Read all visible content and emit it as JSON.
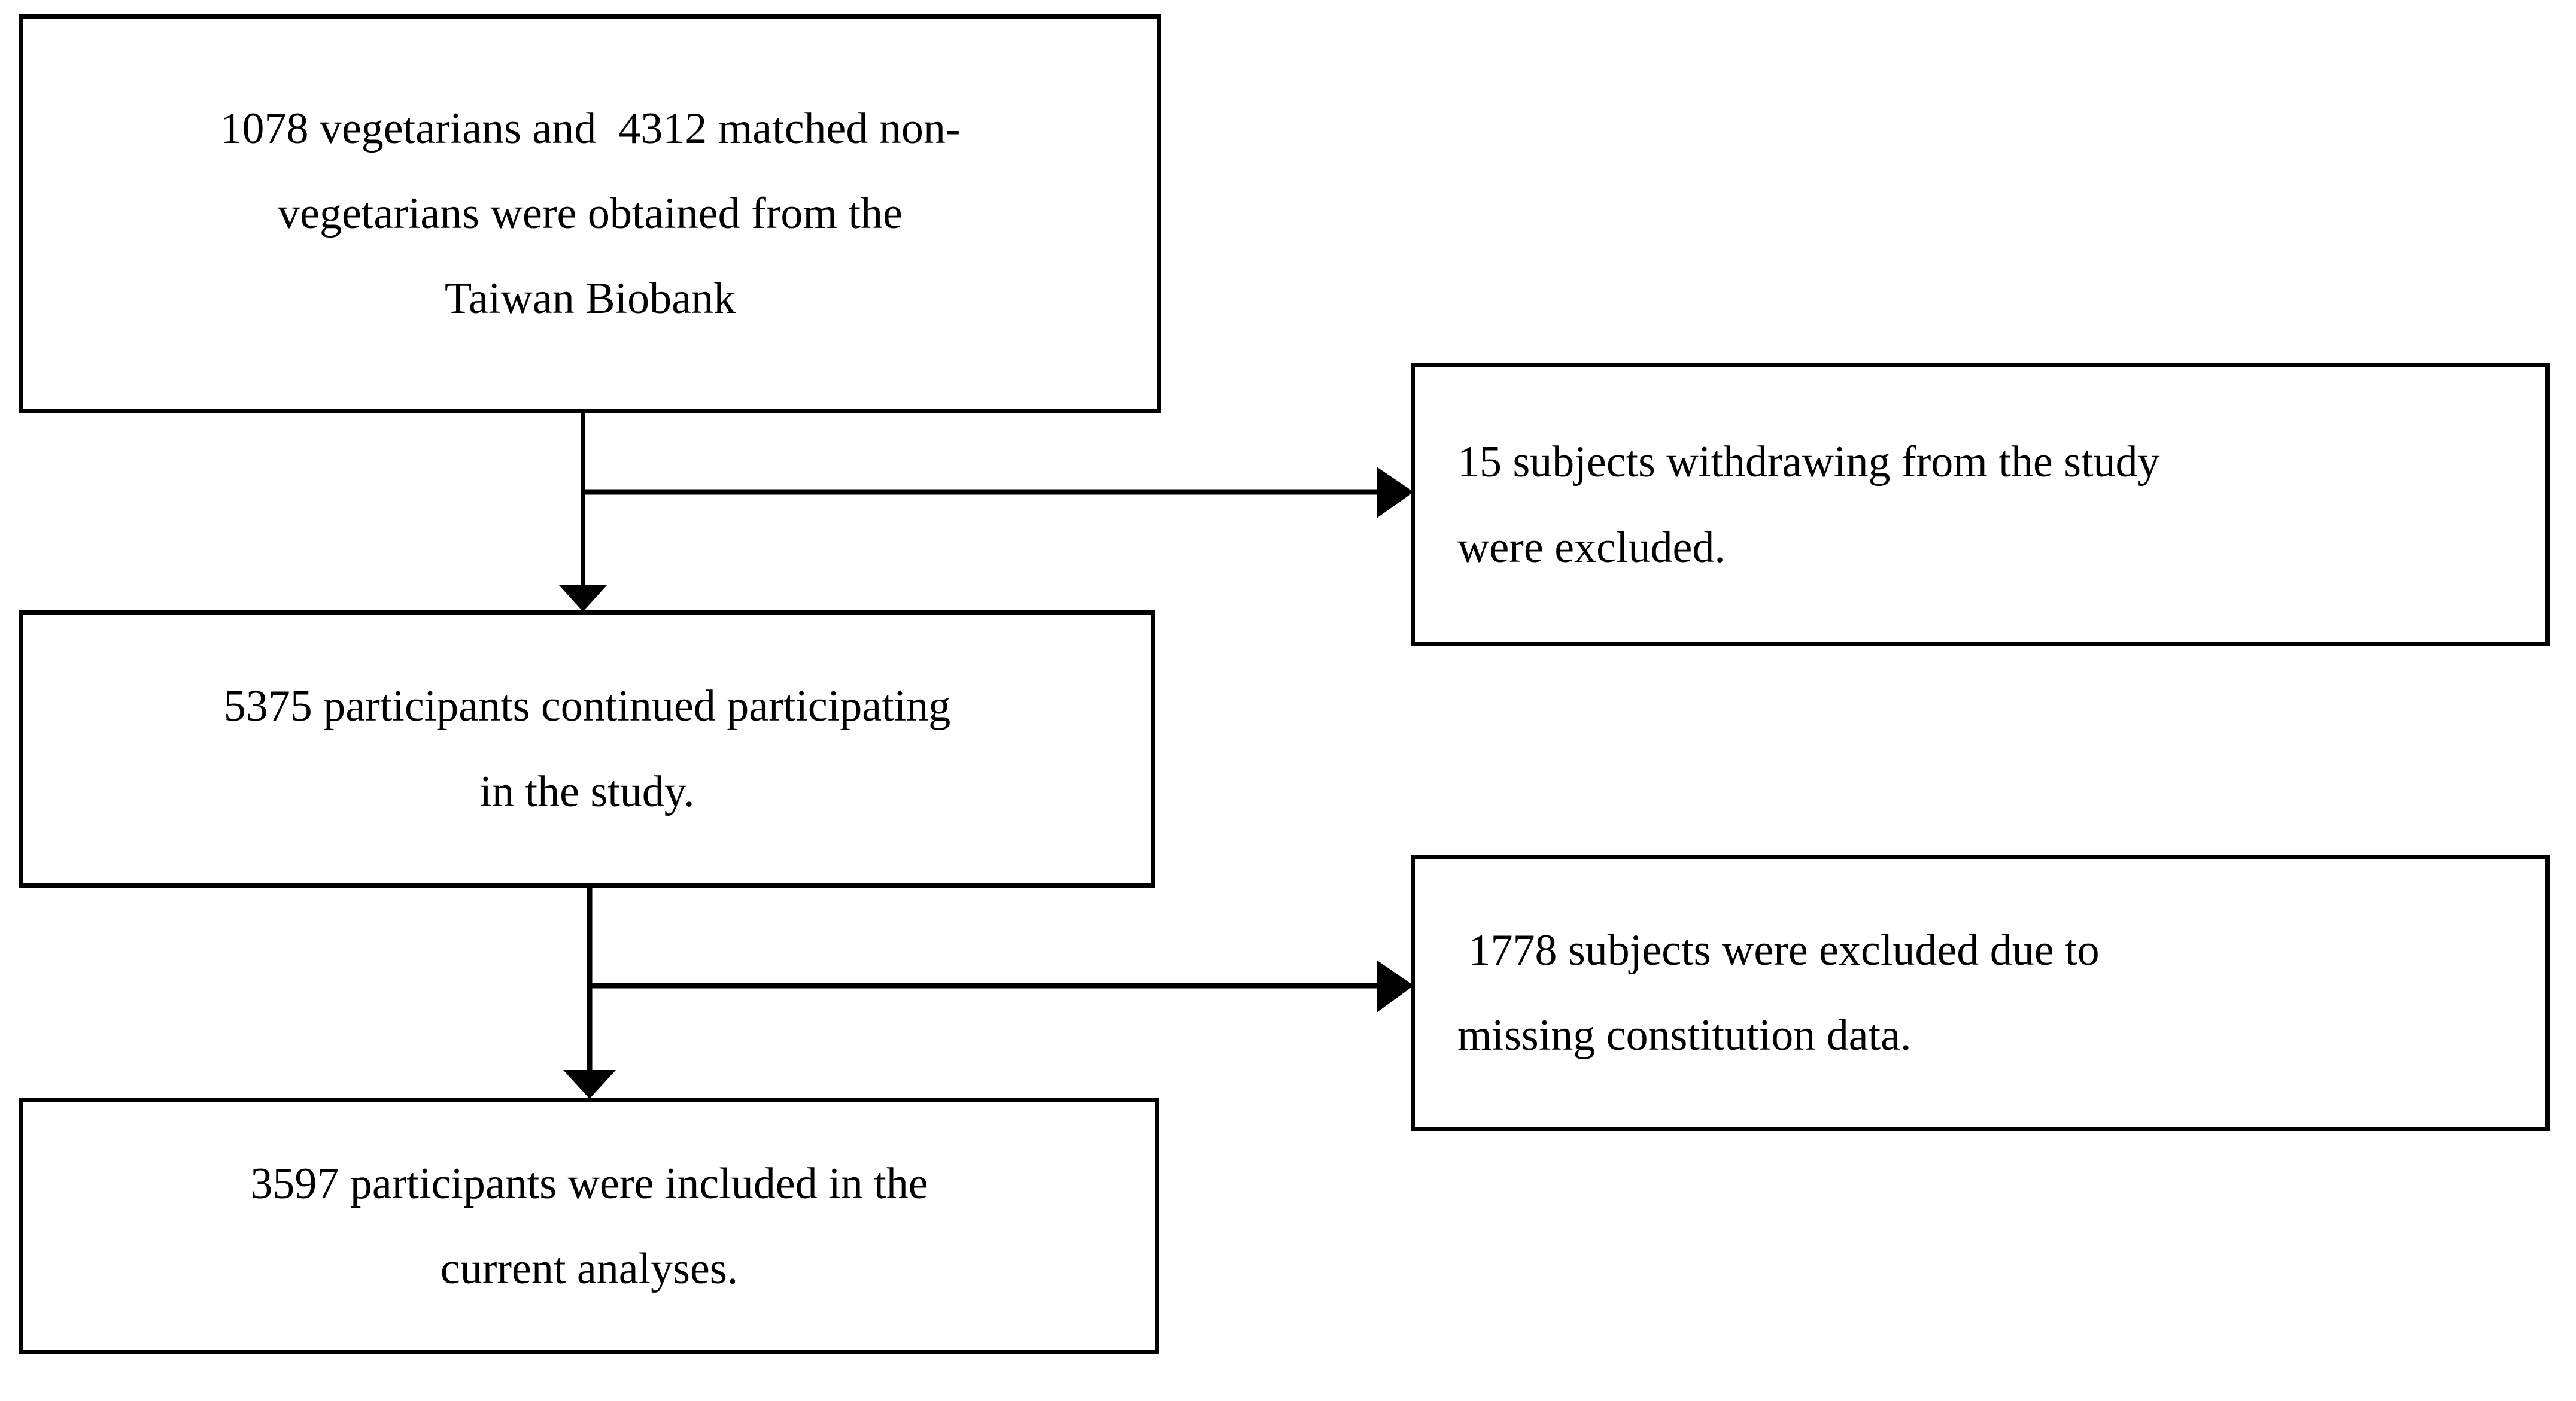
{
  "figure": {
    "type": "flow-diagram",
    "title": "Participant selection flow diagram",
    "background_color": "#ffffff",
    "line_color": "#000000",
    "text_color": "#000000"
  },
  "nodes": [
    {
      "id": "source",
      "role": "start",
      "lines": [
        "1078 vegetarians and  4312 matched non-",
        "vegetarians were obtained from the",
        "Taiwan Biobank"
      ],
      "text": "1078 vegetarians and  4312 matched non-\nvegetarians were obtained from the\nTaiwan Biobank",
      "align": "center"
    },
    {
      "id": "withdrawn",
      "role": "exclusion",
      "lines": [
        "15 subjects withdrawing from the study",
        "were excluded."
      ],
      "text": "15 subjects withdrawing from the study\nwere excluded.",
      "align": "left"
    },
    {
      "id": "continued",
      "role": "step",
      "lines": [
        "5375 participants continued participating",
        "in the study."
      ],
      "text": "5375 participants continued participating\nin the study.",
      "align": "center"
    },
    {
      "id": "missing",
      "role": "exclusion",
      "lines": [
        " 1778 subjects were excluded due to",
        "missing constitution data."
      ],
      "text": " 1778 subjects were excluded due to\nmissing constitution data.",
      "align": "left"
    },
    {
      "id": "included",
      "role": "end",
      "lines": [
        "3597 participants were included in the",
        "current analyses."
      ],
      "text": "3597 participants were included in the\ncurrent analyses.",
      "align": "center"
    }
  ],
  "edges": [
    {
      "id": "source-to-continued",
      "from": "source",
      "to": "continued",
      "direction": "down",
      "arrow": "filled-triangle"
    },
    {
      "id": "source-to-withdrawn",
      "from": "source",
      "to": "withdrawn",
      "direction": "right",
      "arrow": "filled-triangle"
    },
    {
      "id": "continued-to-included",
      "from": "continued",
      "to": "included",
      "direction": "down",
      "arrow": "filled-triangle"
    },
    {
      "id": "continued-to-missing",
      "from": "continued",
      "to": "missing",
      "direction": "right",
      "arrow": "filled-triangle"
    }
  ],
  "counts": {
    "vegetarians": 1078,
    "matched_non_vegetarians": 4312,
    "withdrew": 15,
    "continued": 5375,
    "missing_constitution_data": 1778,
    "included": 3597
  }
}
